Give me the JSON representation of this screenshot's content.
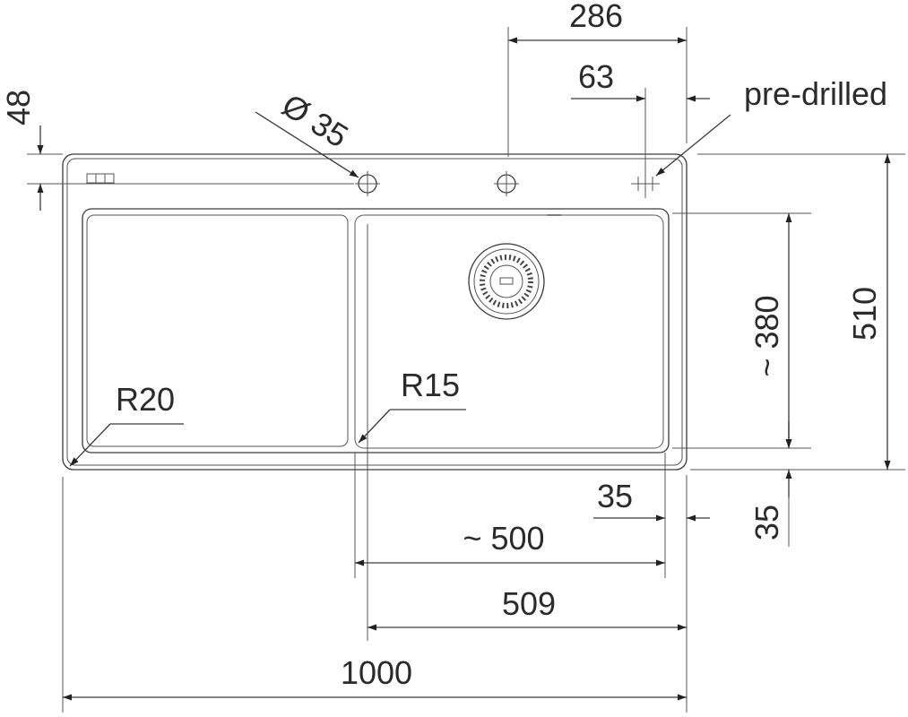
{
  "drawing": {
    "title": "Kitchen sink dimension drawing",
    "labels": {
      "width_top_to_hole": "286",
      "hole_offset": "63",
      "predrilled": "pre-drilled",
      "edge_to_holes": "48",
      "hole_diameter": "Ø 35",
      "depth_total": "510",
      "bowl_depth": "~ 380",
      "rim_bottom": "35",
      "rim_right": "35",
      "bowl_width": "~ 500",
      "cutout_right": "509",
      "width_total": "1000",
      "radius_drainer": "R20",
      "radius_bowl": "R15"
    }
  }
}
